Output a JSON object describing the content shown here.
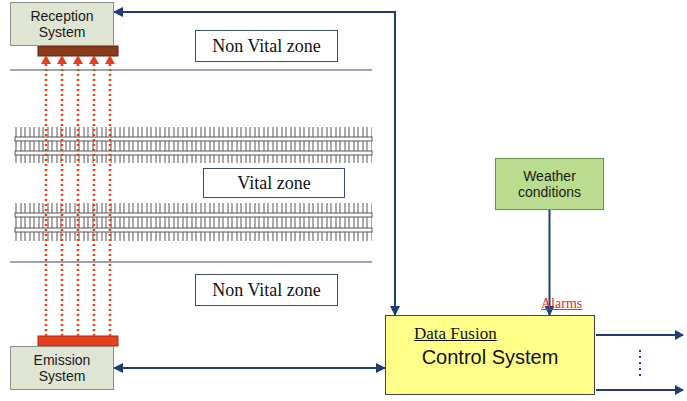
{
  "diagram": {
    "nodes": [
      {
        "text": [
          "Reception System"
        ]
      },
      {
        "text": [
          "Non Vital zone"
        ]
      },
      {
        "text": [
          "Vital zone"
        ]
      },
      {
        "text": [
          "Non Vital zone"
        ]
      },
      {
        "text": [
          "Emission System"
        ]
      },
      {
        "text": [
          "Weather conditions"
        ]
      },
      {
        "text": [
          "Data Fusion",
          "Control System"
        ]
      }
    ],
    "edges": [
      {
        "from": 0,
        "to": 6,
        "arrow": "both"
      },
      {
        "from": 4,
        "to": 6,
        "arrow": "both"
      },
      {
        "from": 5,
        "to": 6,
        "arrow": "to"
      },
      {
        "from": 4,
        "to": 0,
        "arrow": "to"
      },
      {
        "from": 4,
        "to": 0,
        "arrow": "to"
      },
      {
        "from": 4,
        "to": 0,
        "arrow": "to"
      },
      {
        "from": 4,
        "to": 0,
        "arrow": "to"
      },
      {
        "from": 4,
        "to": 0,
        "arrow": "to"
      }
    ],
    "labels": [
      "Alarms"
    ]
  }
}
